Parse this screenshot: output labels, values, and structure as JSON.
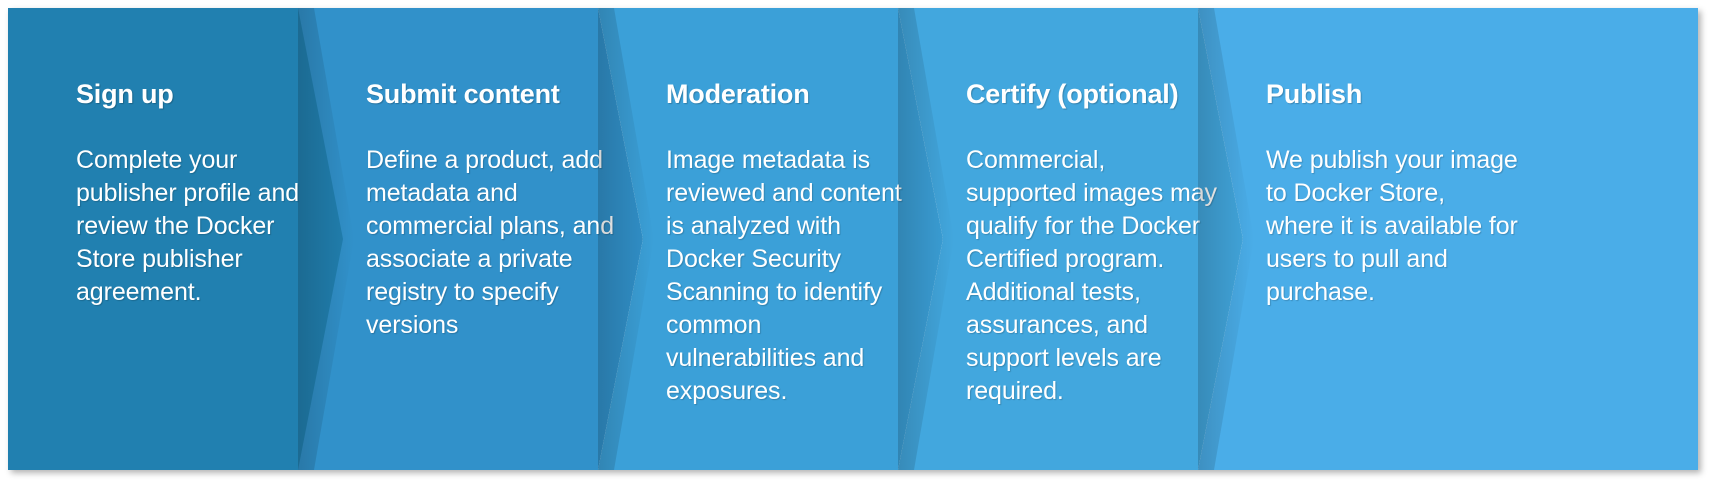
{
  "diagram": {
    "type": "chevron-process-flow",
    "title": "Docker Store publisher process",
    "orientation": "horizontal-left-to-right",
    "background_color": "#ffffff",
    "text_color": "#ffffff",
    "step_count": 5,
    "steps": [
      {
        "index": 1,
        "title": "Sign up",
        "body": "Complete your publisher profile and review the Docker Store publisher agreement.",
        "color": "#2180b0"
      },
      {
        "index": 2,
        "title": "Submit content",
        "body": "Define a product, add metadata and commercial plans, and associate a private registry to specify versions",
        "color": "#3191ca"
      },
      {
        "index": 3,
        "title": "Moderation",
        "body": "Image metadata is reviewed and content is analyzed with Docker Security Scanning to identify common vulnerabilities and exposures.",
        "color": "#3ba0d8"
      },
      {
        "index": 4,
        "title": "Certify (optional)",
        "body": "Commercial, supported images may qualify for the Docker Certified program.  Additional tests, assurances, and support levels are required.",
        "color": "#42a7de"
      },
      {
        "index": 5,
        "title": "Publish",
        "body": "We publish your image to Docker Store, where it is available for users to pull and purchase.",
        "color": "#4aade8"
      }
    ]
  }
}
